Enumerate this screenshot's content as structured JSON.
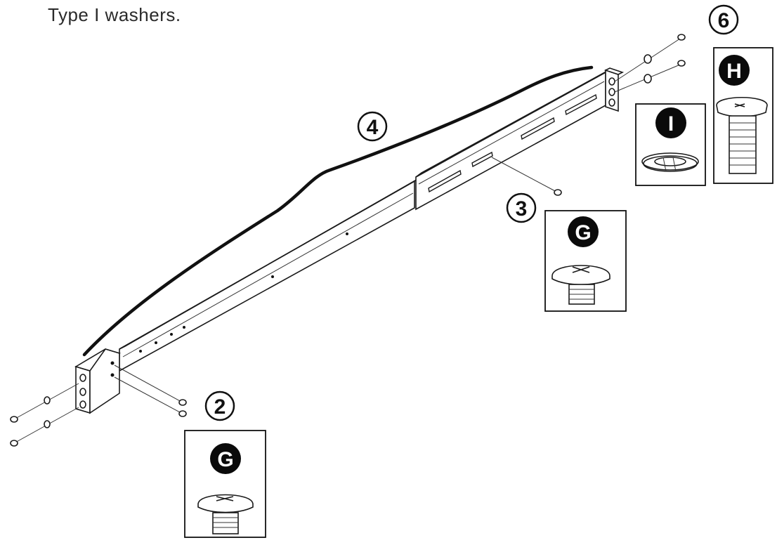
{
  "caption": "Type I washers.",
  "steps": {
    "s2": "2",
    "s3": "3",
    "s4": "4",
    "s6": "6"
  },
  "parts": {
    "g_left": {
      "letter": "G",
      "name": "screw"
    },
    "g_mid": {
      "letter": "G",
      "name": "screw"
    },
    "i": {
      "letter": "I",
      "name": "washer"
    },
    "h": {
      "letter": "H",
      "name": "screw"
    }
  },
  "colors": {
    "line": "#1a1a1a",
    "badge": "#0a0a0a",
    "cable": "#111111"
  }
}
